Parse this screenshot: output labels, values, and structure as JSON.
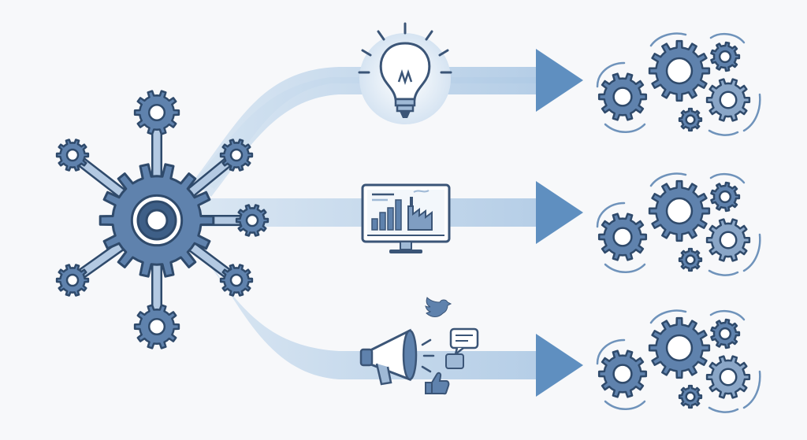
{
  "diagram": {
    "colors": {
      "background": "#f7f8fa",
      "gear_fill": "#5f82ad",
      "gear_stroke": "#2f4a6b",
      "gear_dark": "#3e5f87",
      "flow_light": "#c7d9ec",
      "flow_mid": "#9fbedd",
      "arrow_head": "#5f8fc0",
      "icon_line": "#3b5577",
      "icon_light": "#dbe7f4"
    },
    "hub": {
      "icon": "central-gear-hub",
      "satellite_icons": [
        "gear-icon",
        "gear-icon",
        "gear-icon",
        "gear-icon",
        "gear-icon",
        "gear-icon",
        "gear-icon",
        "gear-icon"
      ]
    },
    "streams": [
      {
        "id": "idea",
        "icon": "lightbulb-icon",
        "outcome_icon": "gear-cluster-icon"
      },
      {
        "id": "analytics",
        "icon": "monitor-chart-factory-icon",
        "outcome_icon": "gear-cluster-icon"
      },
      {
        "id": "marketing",
        "icon": "megaphone-social-icon",
        "social_icons": [
          "bird-icon",
          "chat-bubble-icon",
          "like-thumb-icon"
        ],
        "outcome_icon": "gear-cluster-icon"
      }
    ]
  }
}
